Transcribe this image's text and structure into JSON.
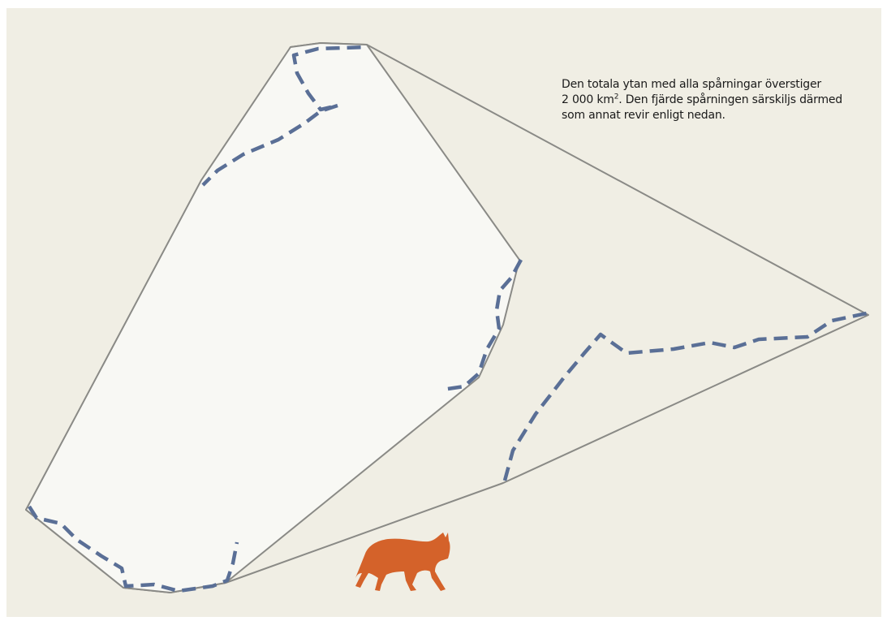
{
  "caption": {
    "line1": "Den totala ytan med alla spårningar överstiger",
    "line2_prefix": "2 000 km",
    "line2_sup": "2",
    "line2_suffix": ". Den fjärde spårningen särskiljs därmed",
    "line3": "som annat revir enligt nedan."
  },
  "colors": {
    "background": "#f0eee4",
    "inner_territory_fill": "#f8f8f4",
    "territory_outline": "#8a8a86",
    "track_dashed": "#5a6f96",
    "wolf": "#d4622a"
  },
  "icons": {
    "animal": "wolf-icon"
  }
}
